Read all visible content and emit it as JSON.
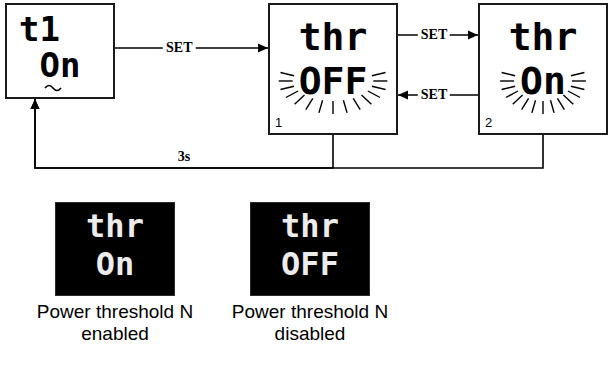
{
  "diagram": {
    "nodes": [
      {
        "text": [
          "t1",
          "On"
        ]
      },
      {
        "text": [
          "thr",
          "OFF",
          "1"
        ]
      },
      {
        "text": [
          "thr",
          "On",
          "2"
        ]
      },
      {
        "text": [
          "thr",
          "On",
          "Power threshold N enabled"
        ]
      },
      {
        "text": [
          "thr",
          "OFF",
          "Power threshold N disabled"
        ]
      }
    ],
    "edges": [
      {
        "from": 0,
        "to": 1,
        "label": "SET",
        "arrow": "to"
      },
      {
        "from": 1,
        "to": 2,
        "label": "SET",
        "arrow": "to"
      },
      {
        "from": 2,
        "to": 1,
        "label": "SET",
        "arrow": "to"
      },
      {
        "from": 1,
        "to": 0,
        "label": "3s",
        "arrow": "to"
      },
      {
        "from": 2,
        "to": 0,
        "arrow": "to"
      }
    ]
  }
}
